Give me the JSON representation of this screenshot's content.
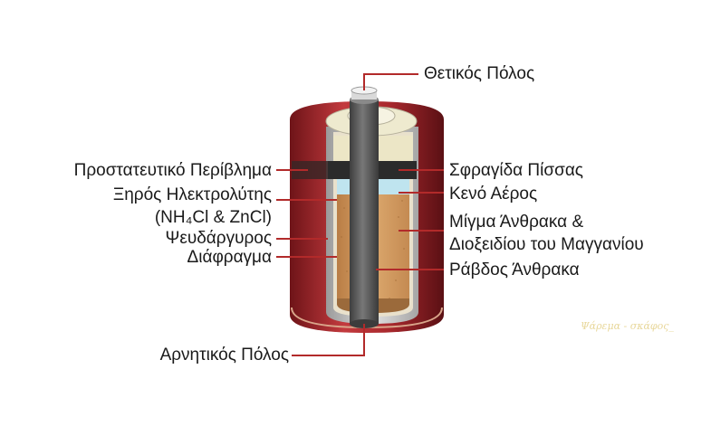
{
  "labels": {
    "positive_terminal": "Θετικός Πόλος",
    "protective_casing": "Προστατευτικό Περίβλημα",
    "dry_electrolyte": "Ξηρός Ηλεκτρολύτης",
    "electrolyte_formula": "(NH₄Cl & ZnCl)",
    "zinc": "Ψευδάργυρος",
    "diaphragm": "Διάφραγμα",
    "pitch_seal": "Σφραγίδα Πίσσας",
    "air_space": "Κενό Αέρος",
    "mixture_line1": "Μίγμα Άνθρακα &",
    "mixture_line2": "Διοξειδίου του Μαγγανίου",
    "carbon_rod": "Ράβδος Άνθρακα",
    "negative_terminal": "Αρνητικός Πόλος"
  },
  "watermark": "Ψάρεμα - σκάφος_",
  "colors": {
    "leader_line": "#b22a2a",
    "casing_red": "#a8282d",
    "mixture": "#d49a5c",
    "air_space": "#bfe4ef",
    "pitch_seal": "#2b2b2b",
    "carbon_rod": "#5b5b5b",
    "zinc": "#c7c7c7"
  }
}
